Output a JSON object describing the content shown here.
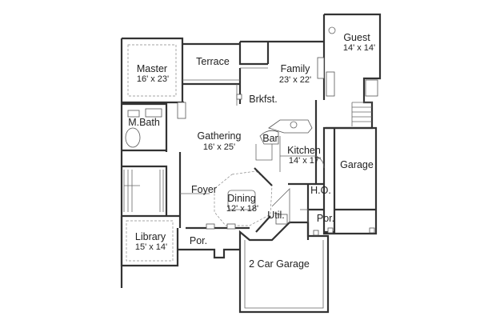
{
  "rooms": {
    "guest": {
      "name": "Guest",
      "dims": "14' x 14'"
    },
    "master": {
      "name": "Master",
      "dims": "16' x 23'"
    },
    "terrace": {
      "name": "Terrace"
    },
    "family": {
      "name": "Family",
      "dims": "23' x 22'"
    },
    "brkfst": {
      "name": "Brkfst."
    },
    "mbath": {
      "name": "M.Bath"
    },
    "gathering": {
      "name": "Gathering",
      "dims": "16' x 25'"
    },
    "bar": {
      "name": "Bar"
    },
    "kitchen": {
      "name": "Kitchen",
      "dims": "14' x 17'"
    },
    "garage": {
      "name": "Garage"
    },
    "foyer": {
      "name": "Foyer"
    },
    "dining": {
      "name": "Dining",
      "dims": "12' x 18'"
    },
    "ho": {
      "name": "H.O."
    },
    "util": {
      "name": "Util."
    },
    "por_right": {
      "name": "Por."
    },
    "library": {
      "name": "Library",
      "dims": "15' x 14'"
    },
    "por_left": {
      "name": "Por."
    },
    "car_garage": {
      "name": "2 Car Garage"
    }
  }
}
